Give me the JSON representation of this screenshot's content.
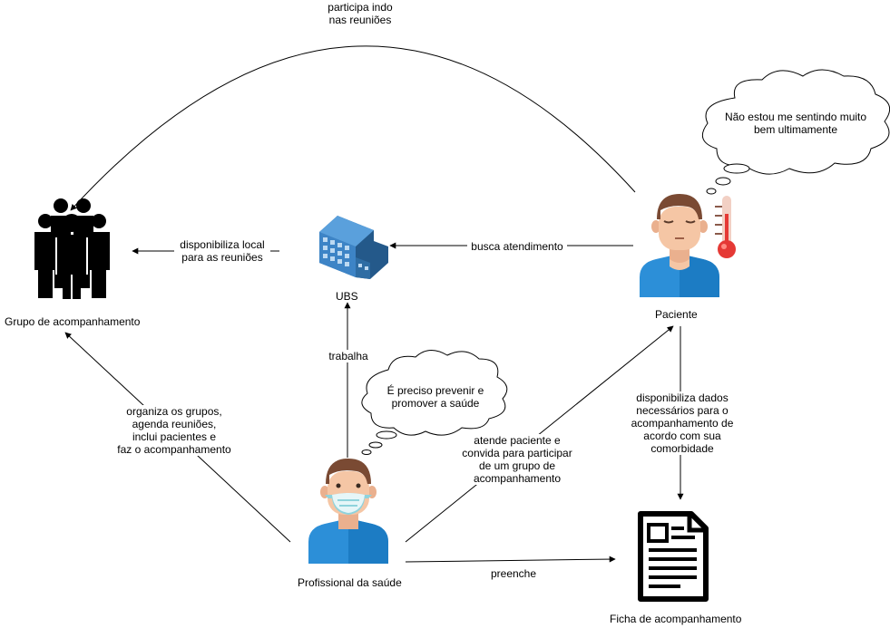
{
  "nodes": {
    "grupo": "Grupo de acompanhamento",
    "ubs": "UBS",
    "paciente": "Paciente",
    "profissional": "Profissional da saúde",
    "ficha": "Ficha de acompanhamento"
  },
  "edges": {
    "participa": "participa indo\nnas reuniões",
    "disponibiliza_local": "disponibiliza local\npara as reuniões",
    "busca": "busca atendimento",
    "trabalha": "trabalha",
    "organiza": "organiza os grupos,\nagenda reuniões,\ninclui pacientes e\nfaz o acompanhamento",
    "atende": "atende paciente e\nconvida para participar\nde um grupo de\nacompanhamento",
    "disponibiliza_dados": "disponibiliza dados\nnecessários para o\nacompanhamento de\nacordo com sua\ncomorbidade",
    "preenche": "preenche"
  },
  "thoughts": {
    "paciente": "Não estou me sentindo muito\nbem ultimamente",
    "profissional": "É preciso prevenir e\npromover a saúde"
  },
  "icons": {
    "grupo": "group-of-people-icon",
    "ubs": "building-icon",
    "paciente": "sick-patient-icon",
    "thermometer": "thermometer-icon",
    "profissional": "health-professional-masked-icon",
    "ficha": "document-icon"
  },
  "colors": {
    "shirt": "#2c8fd8",
    "skin": "#f5c6a5",
    "hair": "#7a4a33",
    "building": "#2e6da4",
    "mask": "#8fd3dc",
    "thermo": "#e53935"
  }
}
